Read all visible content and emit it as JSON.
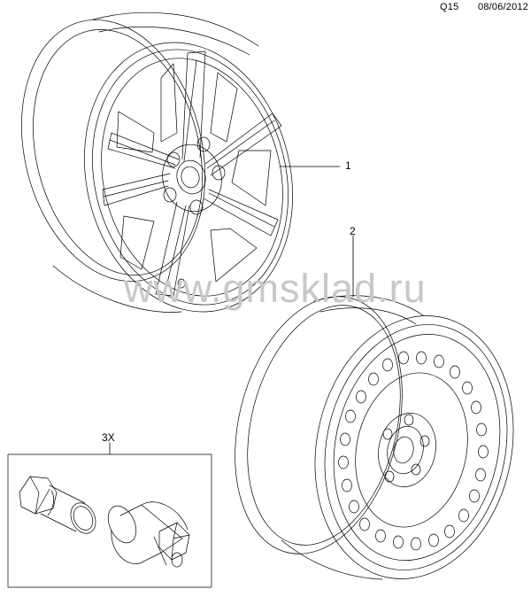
{
  "header": {
    "code": "Q15",
    "date": "08/06/2012"
  },
  "callouts": {
    "alloy_wheel": "1",
    "steel_wheel": "2",
    "lock_bolt_qty": "3X"
  },
  "watermark": "www.gmsklad.ru",
  "colors": {
    "line": "#000000",
    "watermark": "#c8c8c8"
  }
}
